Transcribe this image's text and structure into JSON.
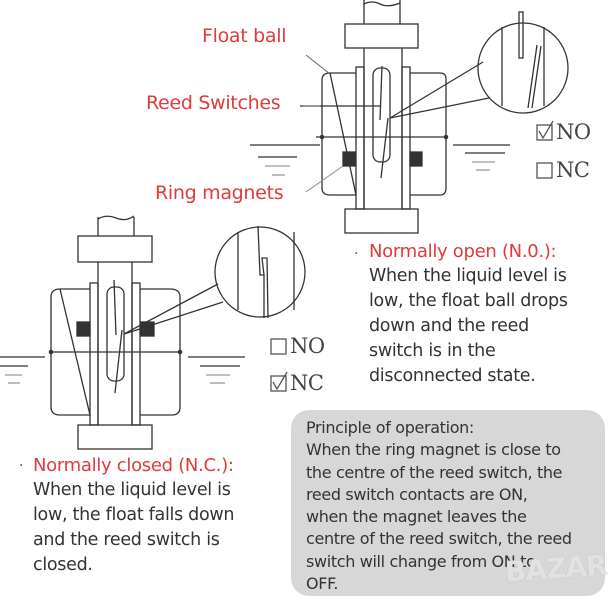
{
  "callouts": {
    "float_ball": "Float ball",
    "reed_switches": "Reed Switches",
    "ring_magnets": "Ring magnets"
  },
  "top_diagram": {
    "checkbox_no": {
      "label": "NO",
      "checked": true
    },
    "checkbox_nc": {
      "label": "NC",
      "checked": false
    }
  },
  "bottom_diagram": {
    "checkbox_no": {
      "label": "NO",
      "checked": false
    },
    "checkbox_nc": {
      "label": "NC",
      "checked": true
    }
  },
  "normally_open": {
    "bullet": "·",
    "title": "Normally open (N.0.):",
    "lines": [
      "When the liquid level is",
      "low, the float ball drops",
      "down and the reed",
      "switch is in the",
      "disconnected state."
    ]
  },
  "normally_closed": {
    "bullet": "·",
    "title": "Normally closed (N.C.):",
    "lines": [
      "When the liquid level is",
      "low, the float falls down",
      "and the reed switch is",
      "closed."
    ]
  },
  "principle": {
    "title": "Principle of operation:",
    "lines": [
      "When the ring magnet is close to",
      "the centre of the reed switch, the",
      "reed switch contacts are ON,",
      "when the magnet leaves the",
      "centre of the reed switch, the reed",
      "switch will change from ON to",
      "OFF."
    ]
  },
  "watermark": "BAZAR",
  "colors": {
    "accent_red": "#e03a3a",
    "text": "#333333",
    "box_bg": "#d7d7d7",
    "line": "#333333"
  }
}
